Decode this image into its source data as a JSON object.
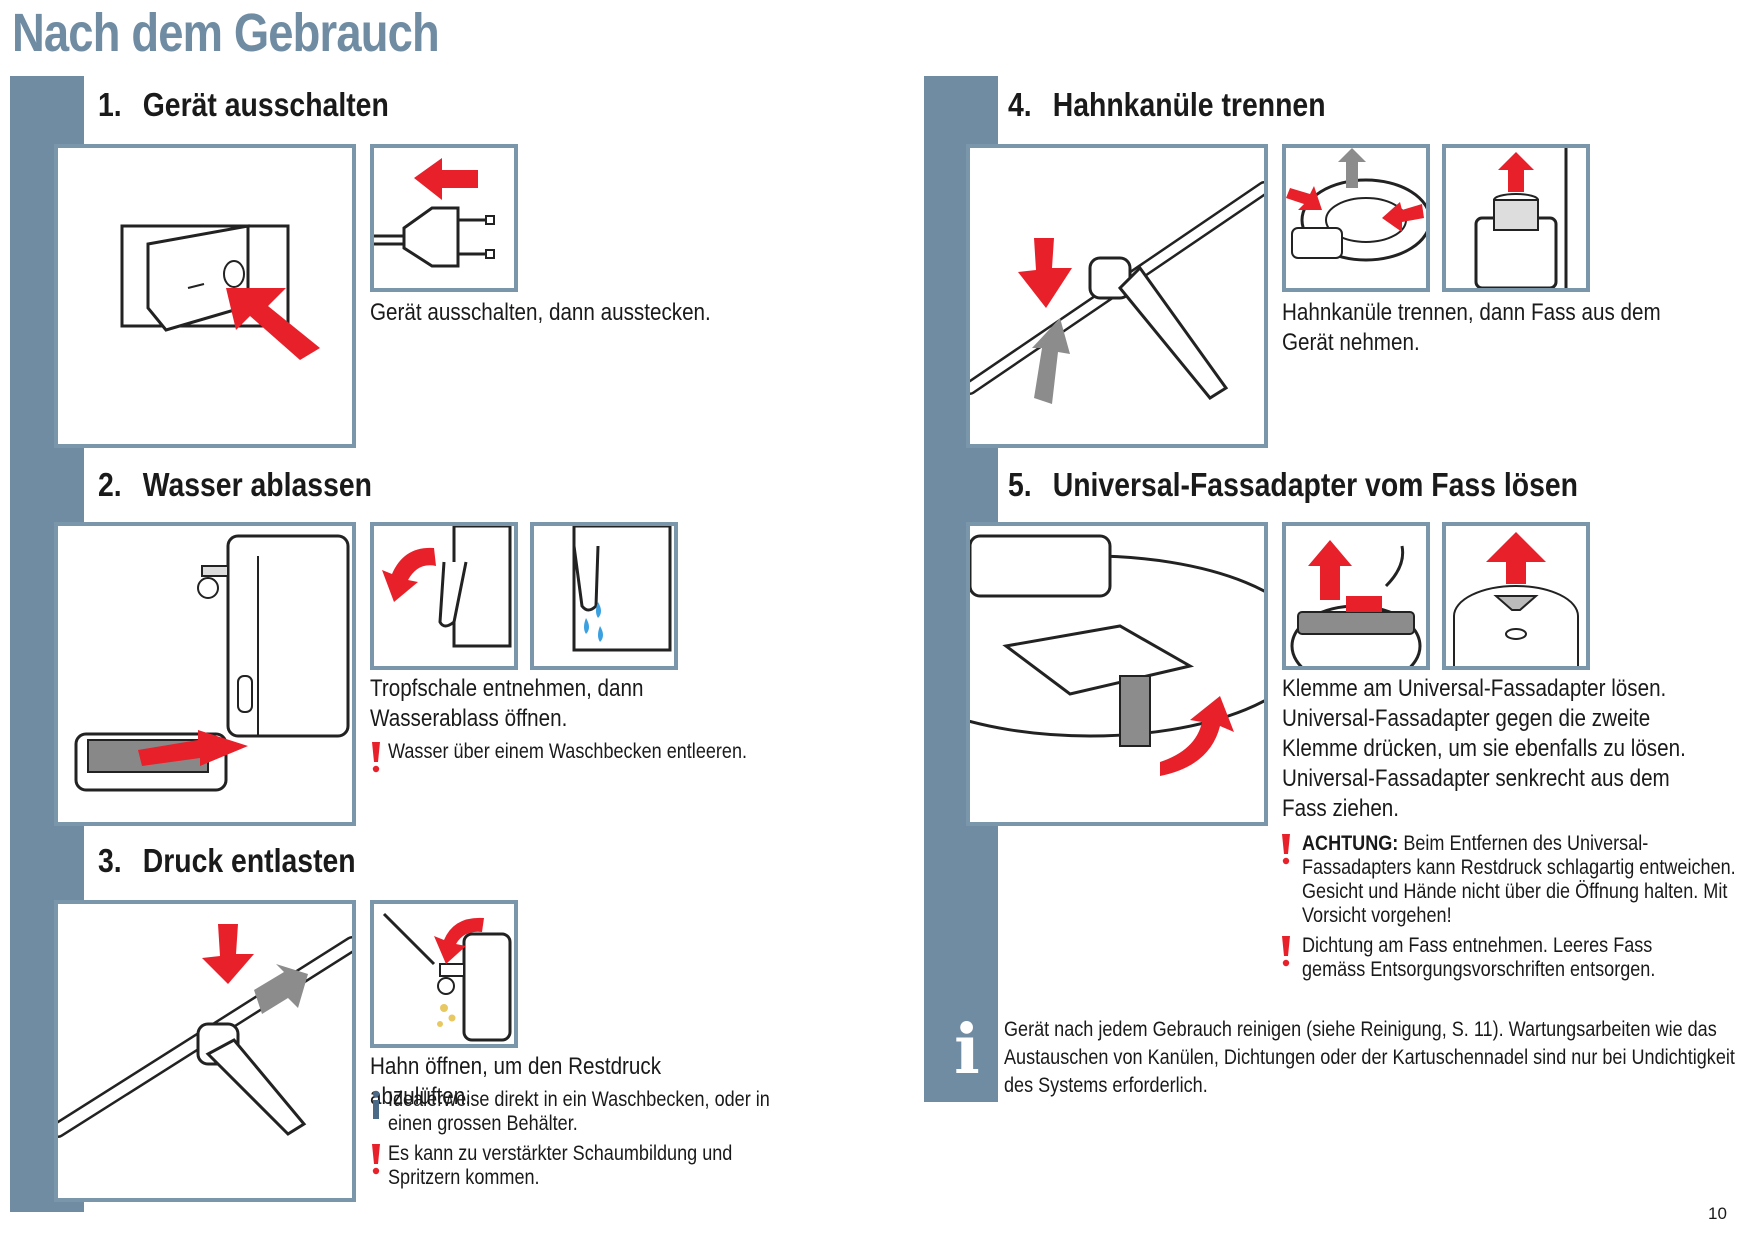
{
  "page_title": "Nach dem Gebrauch",
  "page_number": "10",
  "colors": {
    "accent_blue": "#6f8ca3",
    "frame_blue": "#7a96ab",
    "arrow_red": "#e8202a",
    "arrow_grey": "#8c8c8c",
    "water_blue": "#3aa0e0",
    "drip_yellow": "#e8c860"
  },
  "steps": [
    {
      "number": "1.",
      "title": "Gerät ausschalten",
      "text": "Gerät ausschalten, dann ausstecken."
    },
    {
      "number": "2.",
      "title": "Wasser ablassen",
      "text": "Tropfschale entnehmen, dann Wasserablass öffnen.",
      "warning": "Wasser über einem Waschbecken entleeren."
    },
    {
      "number": "3.",
      "title": "Druck entlasten",
      "text": "Hahn öffnen, um den Restdruck abzulüften.",
      "info": "Idealerweise direkt in ein Waschbecken, oder in einen grossen Behälter.",
      "warning": "Es kann zu verstärkter Schaumbildung und Spritzern kommen."
    },
    {
      "number": "4.",
      "title": "Hahnkanüle trennen",
      "text": "Hahnkanüle trennen, dann Fass aus dem Gerät nehmen."
    },
    {
      "number": "5.",
      "title": "Universal-Fassadapter vom Fass lösen",
      "text": "Klemme am Universal-Fassadapter lösen. Universal-Fassadapter gegen die zweite Klemme drücken, um sie ebenfalls zu lösen. Universal-Fassadapter senkrecht aus dem Fass ziehen.",
      "warning1_bold": "ACHTUNG:",
      "warning1": " Beim Entfernen des Universal-Fassadapters kann Restdruck schlagartig entweichen. Gesicht und Hände nicht über die Öffnung halten. Mit Vorsicht vorgehen!",
      "warning2": "Dichtung am Fass entnehmen. Leeres Fass gemäss Entsorgungsvorschriften entsorgen."
    }
  ],
  "info_note": "Gerät nach jedem Gebrauch reinigen (siehe Reinigung, S. 11). Wartungsarbeiten wie das Austauschen von Kanülen, Dichtungen oder der Kartuschennadel sind nur bei Undichtigkeit des Systems erforderlich.",
  "info_glyph": "i"
}
